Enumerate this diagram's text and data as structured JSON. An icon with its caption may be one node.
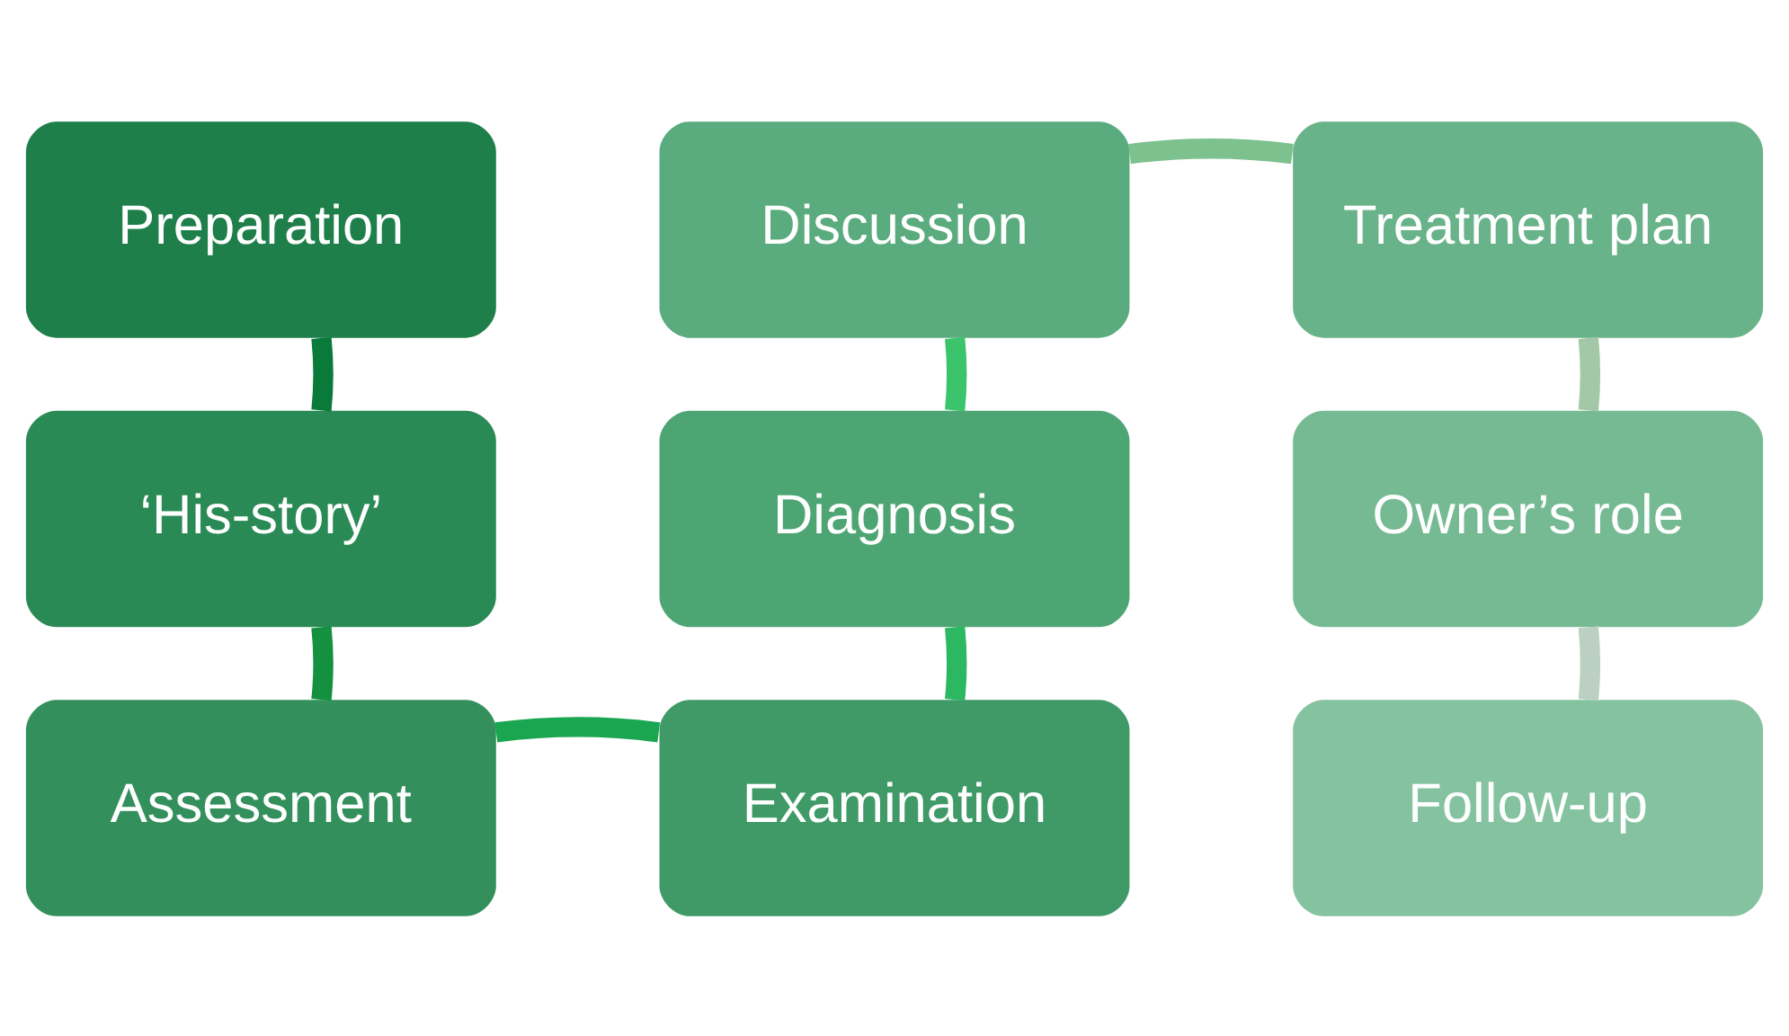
{
  "diagram": {
    "nodes": [
      {
        "text": [
          "Preparation"
        ]
      },
      {
        "text": [
          "‘His-story’"
        ]
      },
      {
        "text": [
          "Assessment"
        ]
      },
      {
        "text": [
          "Examination"
        ]
      },
      {
        "text": [
          "Diagnosis"
        ]
      },
      {
        "text": [
          "Discussion"
        ]
      },
      {
        "text": [
          "Treatment plan"
        ]
      },
      {
        "text": [
          "Owner’s role"
        ]
      },
      {
        "text": [
          "Follow-up"
        ]
      }
    ],
    "edges": [
      {
        "from": 0,
        "to": 1,
        "arrow": "none",
        "color": "#0a7a3a"
      },
      {
        "from": 1,
        "to": 2,
        "arrow": "none",
        "color": "#13913f"
      },
      {
        "from": 2,
        "to": 3,
        "arrow": "none",
        "color": "#1aa650"
      },
      {
        "from": 3,
        "to": 4,
        "arrow": "none",
        "color": "#2cb860"
      },
      {
        "from": 4,
        "to": 5,
        "arrow": "none",
        "color": "#3cc46c"
      },
      {
        "from": 5,
        "to": 6,
        "arrow": "none",
        "color": "#7cc18e"
      },
      {
        "from": 6,
        "to": 7,
        "arrow": "none",
        "color": "#a3c8a8"
      },
      {
        "from": 7,
        "to": 8,
        "arrow": "none",
        "color": "#bcd0c2"
      }
    ]
  }
}
